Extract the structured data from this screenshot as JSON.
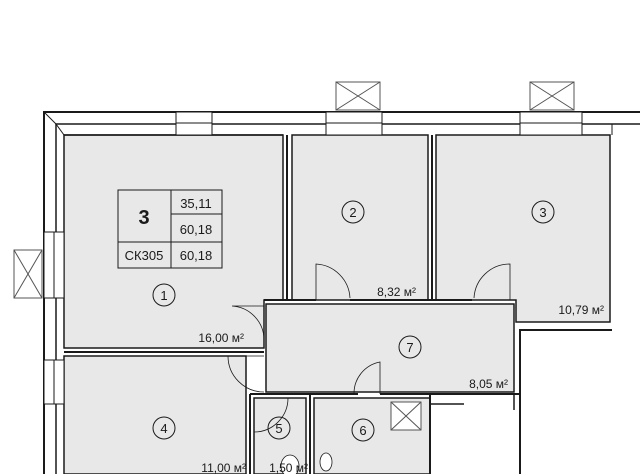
{
  "apartment": {
    "rooms_count": "3",
    "living_area": "35,11",
    "total_area": "60,18",
    "code": "СК305",
    "code_area": "60,18"
  },
  "rooms": [
    {
      "number": "1",
      "area": "16,00 м²"
    },
    {
      "number": "2",
      "area": "8,32 м²"
    },
    {
      "number": "3",
      "area": "10,79 м²"
    },
    {
      "number": "4",
      "area": "11,00 м²"
    },
    {
      "number": "5",
      "area": "1,50 м²"
    },
    {
      "number": "6",
      "area": ""
    },
    {
      "number": "7",
      "area": "8,05 м²"
    }
  ],
  "colors": {
    "room_fill": "#e8e8e8",
    "wall": "#1a1a1a",
    "background": "#ffffff"
  }
}
